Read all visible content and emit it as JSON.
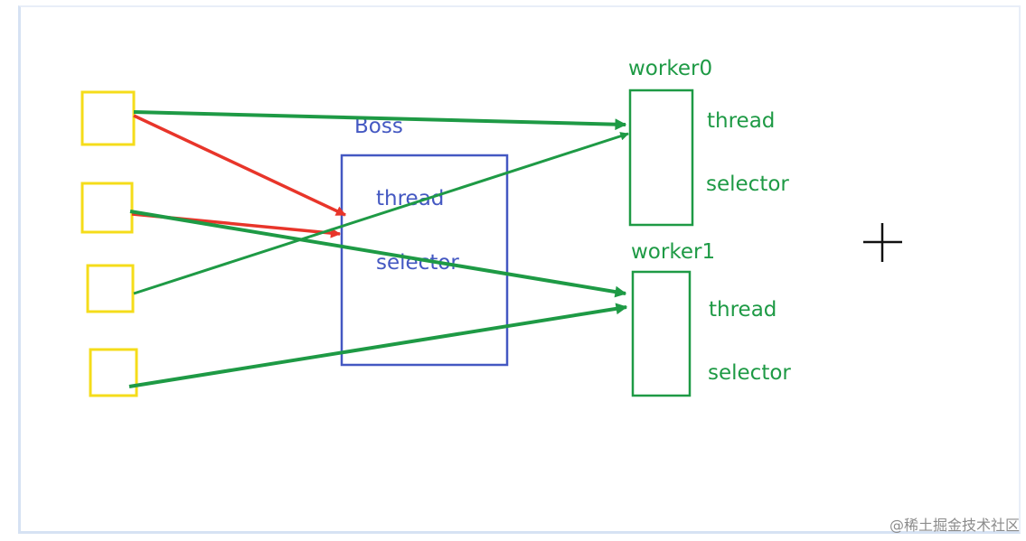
{
  "boss": {
    "title": "Boss",
    "thread_label": "thread",
    "selector_label": "selector",
    "color": "#4458c2"
  },
  "workers": [
    {
      "title": "worker0",
      "thread_label": "thread",
      "selector_label": "selector"
    },
    {
      "title": "worker1",
      "thread_label": "thread",
      "selector_label": "selector"
    }
  ],
  "colors": {
    "client_box": "#f5dc1a",
    "worker": "#1e9a45",
    "accept_arrow": "#e8352a",
    "dispatch_arrow": "#1e9a45",
    "frame": "#d6e2f3"
  },
  "cursor_icon": "crosshair-cursor-icon",
  "watermark": "@稀土掘金技术社区"
}
